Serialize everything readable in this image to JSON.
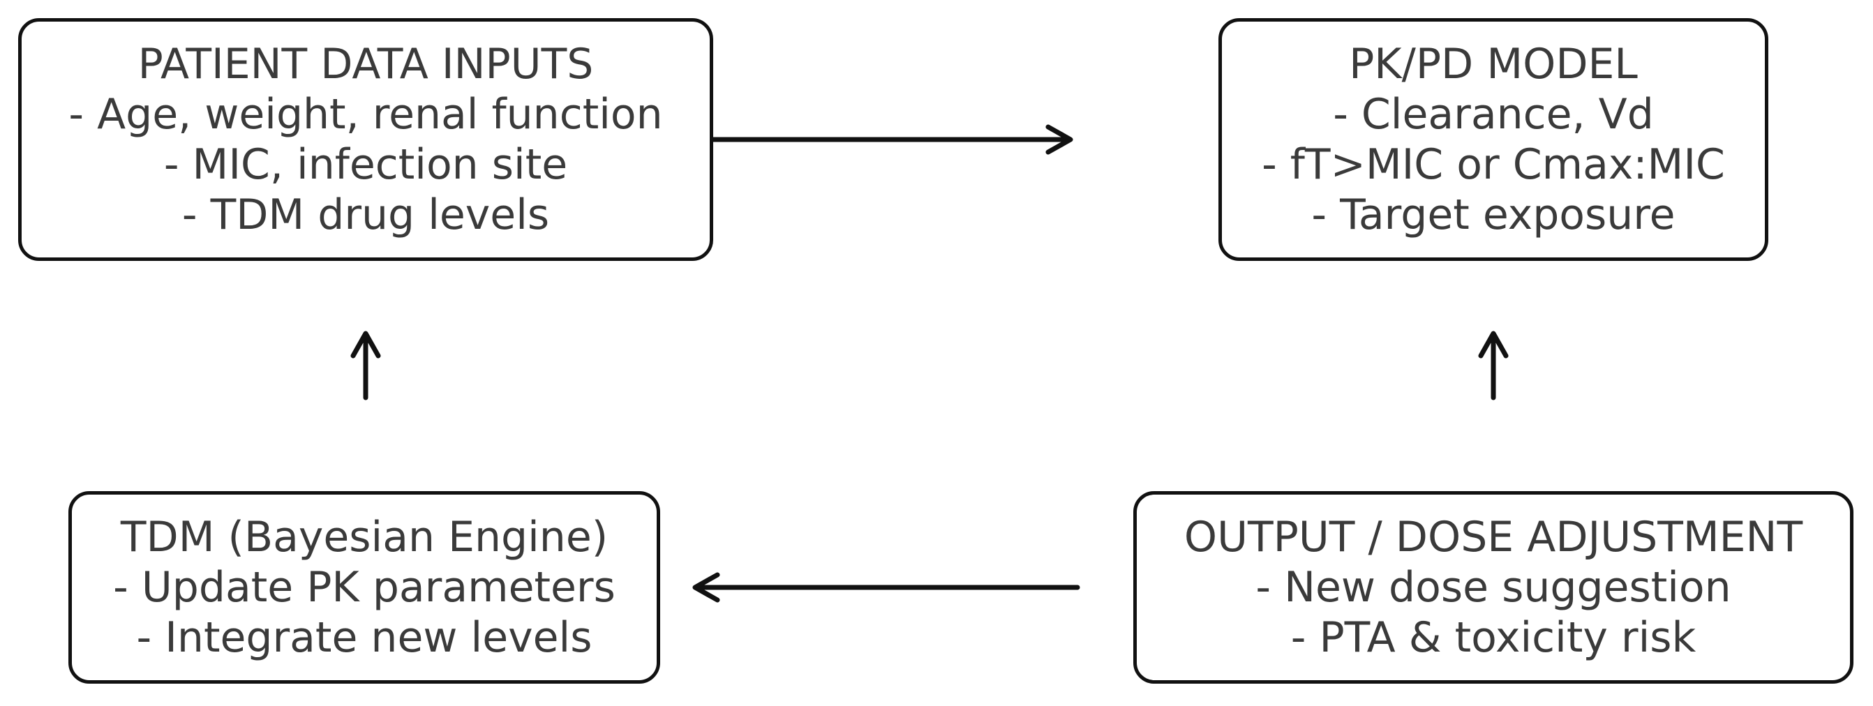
{
  "diagram": {
    "nodes": [
      {
        "id": "patient-data-inputs",
        "lines": [
          "PATIENT DATA INPUTS",
          "- Age, weight, renal function",
          "- MIC, infection site",
          "- TDM drug levels"
        ]
      },
      {
        "id": "pkpd-model",
        "lines": [
          "PK/PD MODEL",
          "- Clearance, Vd",
          "- fT>MIC or Cmax:MIC",
          "- Target exposure"
        ]
      },
      {
        "id": "tdm-bayesian-engine",
        "lines": [
          "TDM (Bayesian Engine)",
          "- Update PK parameters",
          "- Integrate new levels"
        ]
      },
      {
        "id": "output-dose-adjustment",
        "lines": [
          "OUTPUT / DOSE ADJUSTMENT",
          "- New dose suggestion",
          "- PTA & toxicity risk"
        ]
      }
    ],
    "edges": [
      {
        "from": "patient-data-inputs",
        "to": "pkpd-model"
      },
      {
        "from": "output-dose-adjustment",
        "to": "pkpd-model"
      },
      {
        "from": "output-dose-adjustment",
        "to": "tdm-bayesian-engine"
      },
      {
        "from": "tdm-bayesian-engine",
        "to": "patient-data-inputs"
      }
    ]
  }
}
